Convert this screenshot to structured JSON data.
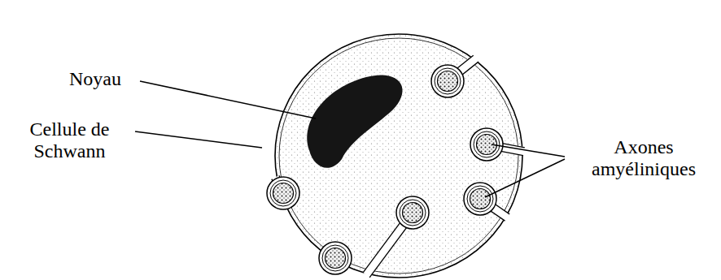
{
  "diagram": {
    "labels": [
      "Noyau",
      "Cellule de Schwann",
      "Axones amyéliniques"
    ]
  }
}
